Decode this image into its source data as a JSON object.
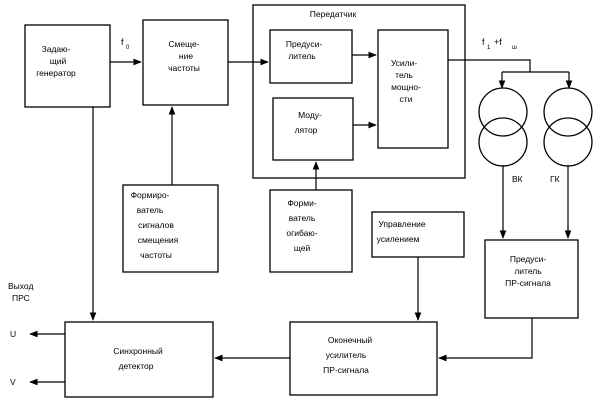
{
  "diagram": {
    "blocks": {
      "master_generator": [
        "Задаю-",
        "щий",
        "генератор"
      ],
      "frequency_shift": [
        "Смеще-",
        "ние",
        "частоты"
      ],
      "transmitter": "Передатчик",
      "preamp": [
        "Предуси-",
        "литель"
      ],
      "power_amp": [
        "Усили-",
        "тель",
        "мощно-",
        "сти"
      ],
      "modulator": [
        "Моду-",
        "лятор"
      ],
      "shift_signal_former": [
        "Формиро-",
        "ватель",
        "сигналов",
        "смещения",
        "частоты"
      ],
      "envelope_former": [
        "Форми-",
        "ватель",
        "огибаю-",
        "щей"
      ],
      "gain_control": [
        "Управление",
        "усилением"
      ],
      "ir_preamp": [
        "Предуси-",
        "литель",
        "ПР-сигнала"
      ],
      "final_amp": [
        "Оконечный",
        "усилитель",
        "ПР-сигнала"
      ],
      "sync_detector": [
        "Синхронный",
        "детектор"
      ]
    },
    "signals": {
      "f0": "f",
      "f0_sub": "0",
      "sum_f1": "f",
      "sum_f1_sub": "1",
      "sum_plus": "+f",
      "sum_f2_sub": "ш"
    },
    "coils": {
      "left": "ВК",
      "right": "ГК"
    },
    "outputs": {
      "header": [
        "Выход",
        "ПРС"
      ],
      "u": "U",
      "v": "V"
    }
  }
}
